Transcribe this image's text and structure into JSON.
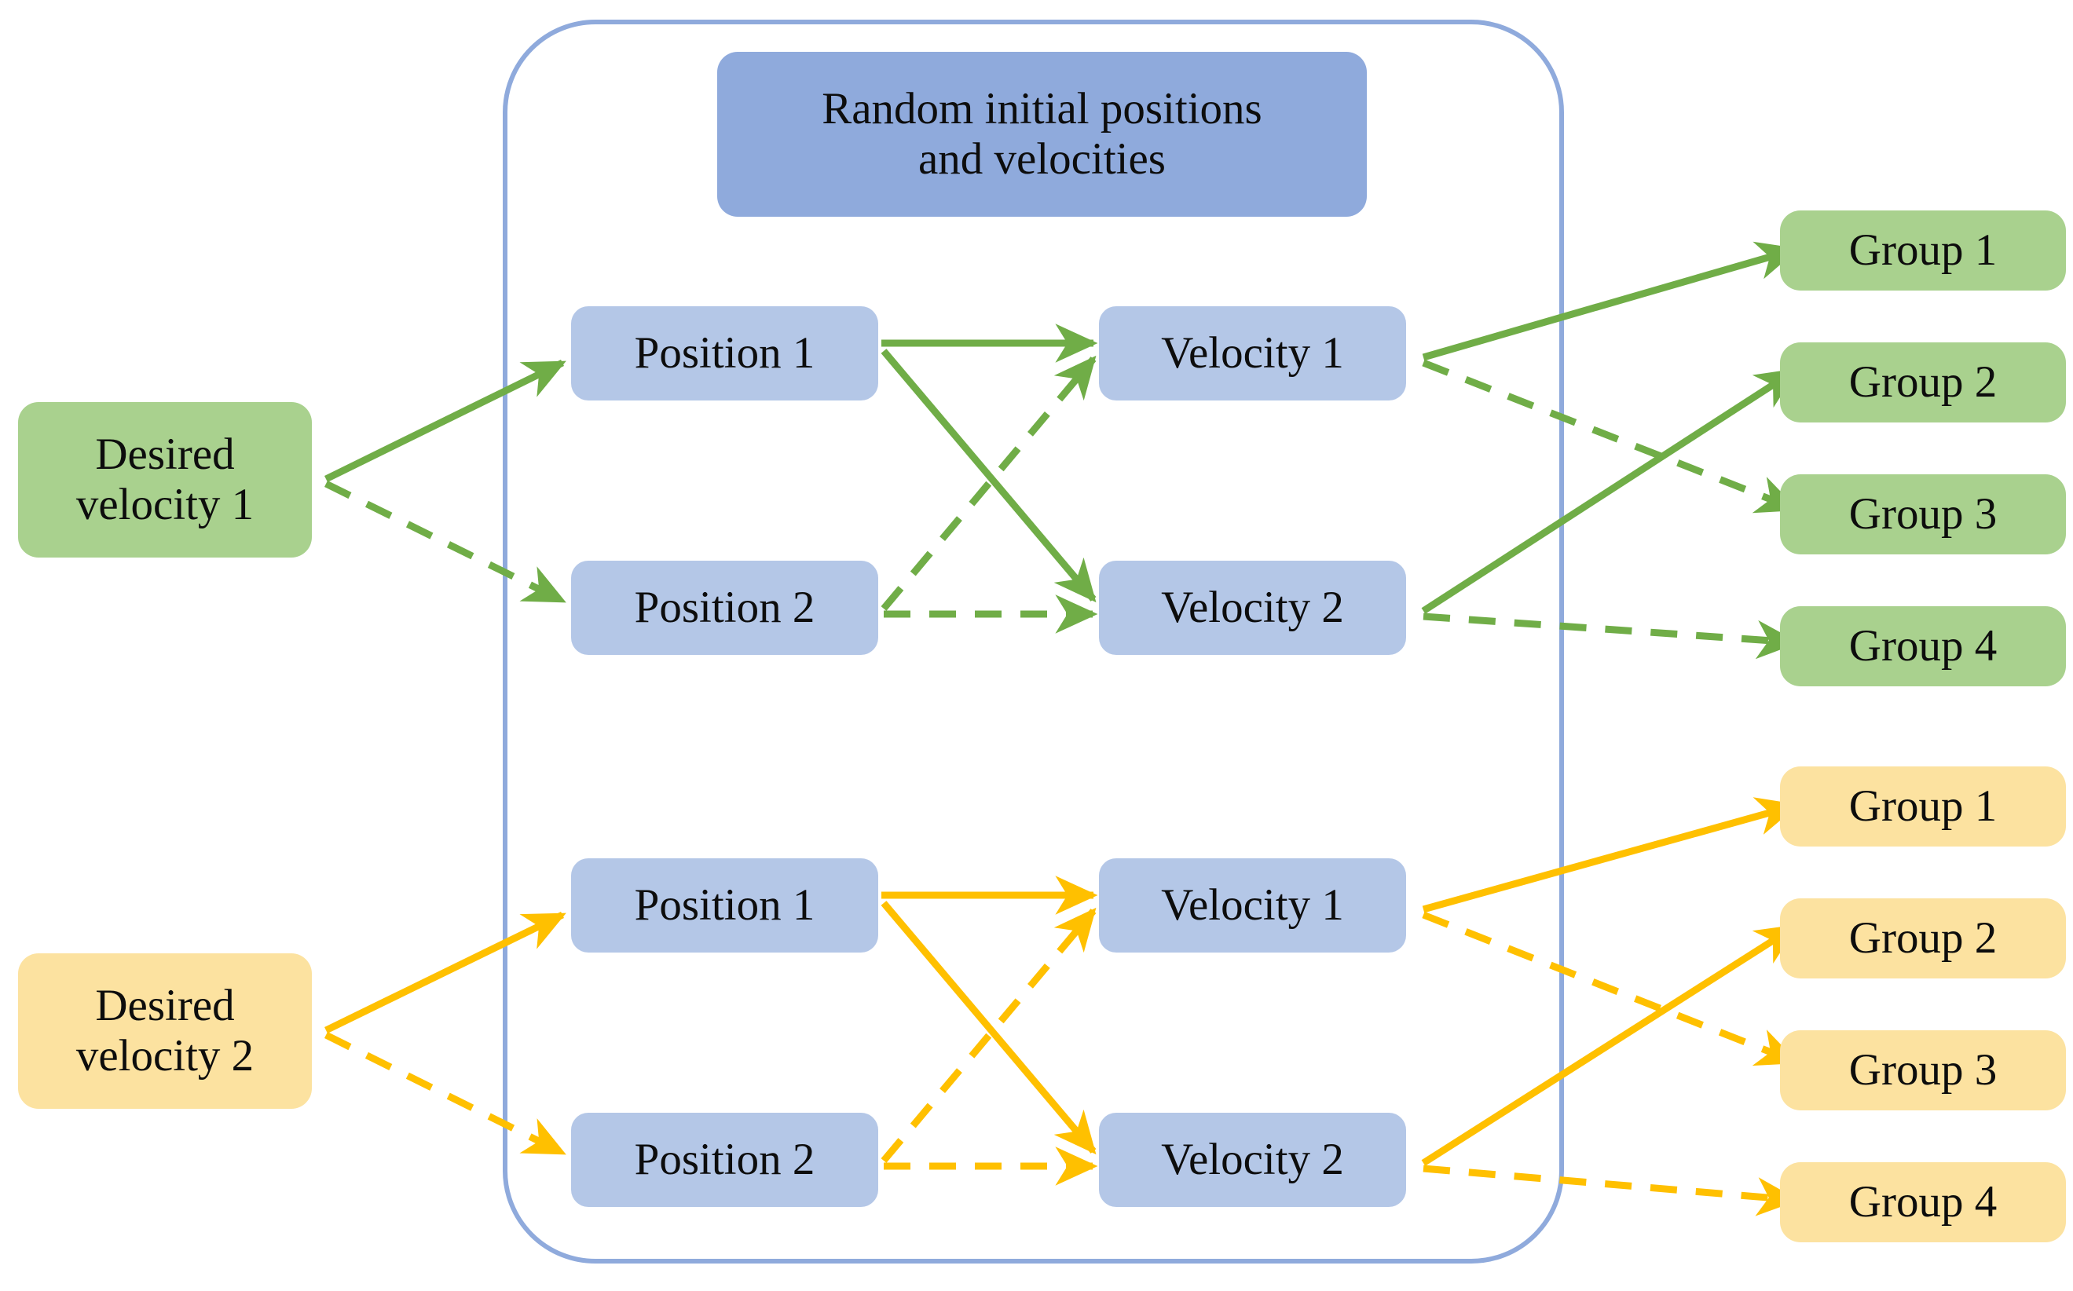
{
  "diagram": {
    "title_box": {
      "label": "Random initial positions\nand velocities",
      "fill": "#8FAADC"
    },
    "container": {
      "name": "swarm-initialization-container",
      "border_color": "#8FAADC"
    },
    "groups": [
      {
        "id": "group-green",
        "accent": "#70AD47",
        "node_fill": "#A9D18E",
        "source": {
          "label": "Desired\nvelocity 1"
        },
        "positions": [
          {
            "label": "Position 1"
          },
          {
            "label": "Position 2"
          }
        ],
        "velocities": [
          {
            "label": "Velocity 1"
          },
          {
            "label": "Velocity 2"
          }
        ],
        "outputs": [
          {
            "label": "Group 1"
          },
          {
            "label": "Group 2"
          },
          {
            "label": "Group 3"
          },
          {
            "label": "Group 4"
          }
        ]
      },
      {
        "id": "group-yellow",
        "accent": "#FFC000",
        "node_fill": "#FCE2A0",
        "source": {
          "label": "Desired\nvelocity 2"
        },
        "positions": [
          {
            "label": "Position 1"
          },
          {
            "label": "Position 2"
          }
        ],
        "velocities": [
          {
            "label": "Velocity 1"
          },
          {
            "label": "Velocity 2"
          }
        ],
        "outputs": [
          {
            "label": "Group 1"
          },
          {
            "label": "Group 2"
          },
          {
            "label": "Group 3"
          },
          {
            "label": "Group 4"
          }
        ]
      }
    ],
    "edges": {
      "green": [
        {
          "from": "Desired velocity 1",
          "to": "Position 1",
          "style": "solid"
        },
        {
          "from": "Desired velocity 1",
          "to": "Position 2",
          "style": "dashed"
        },
        {
          "from": "Position 1",
          "to": "Velocity 1",
          "style": "solid"
        },
        {
          "from": "Position 1",
          "to": "Velocity 2",
          "style": "solid"
        },
        {
          "from": "Position 2",
          "to": "Velocity 1",
          "style": "dashed"
        },
        {
          "from": "Position 2",
          "to": "Velocity 2",
          "style": "dashed"
        },
        {
          "from": "Velocity 1",
          "to": "Group 1",
          "style": "solid"
        },
        {
          "from": "Velocity 1",
          "to": "Group 3",
          "style": "dashed"
        },
        {
          "from": "Velocity 2",
          "to": "Group 2",
          "style": "solid"
        },
        {
          "from": "Velocity 2",
          "to": "Group 4",
          "style": "dashed"
        }
      ],
      "yellow": [
        {
          "from": "Desired velocity 2",
          "to": "Position 1",
          "style": "solid"
        },
        {
          "from": "Desired velocity 2",
          "to": "Position 2",
          "style": "dashed"
        },
        {
          "from": "Position 1",
          "to": "Velocity 1",
          "style": "solid"
        },
        {
          "from": "Position 1",
          "to": "Velocity 2",
          "style": "solid"
        },
        {
          "from": "Position 2",
          "to": "Velocity 1",
          "style": "dashed"
        },
        {
          "from": "Position 2",
          "to": "Velocity 2",
          "style": "dashed"
        },
        {
          "from": "Velocity 1",
          "to": "Group 1",
          "style": "solid"
        },
        {
          "from": "Velocity 1",
          "to": "Group 3",
          "style": "dashed"
        },
        {
          "from": "Velocity 2",
          "to": "Group 2",
          "style": "solid"
        },
        {
          "from": "Velocity 2",
          "to": "Group 4",
          "style": "dashed"
        }
      ]
    }
  }
}
